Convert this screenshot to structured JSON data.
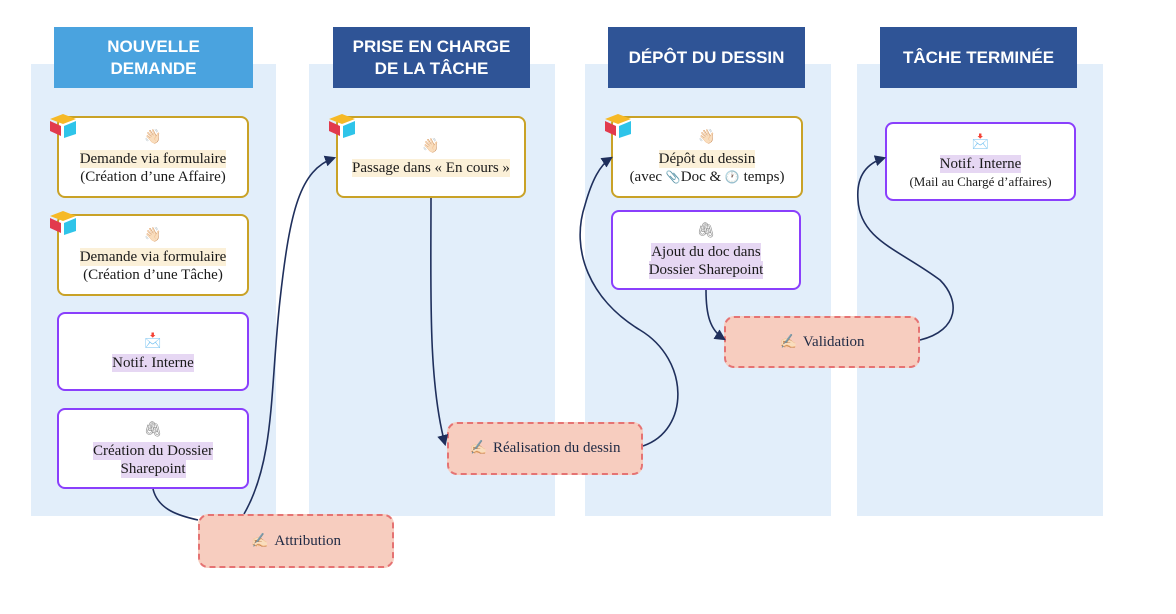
{
  "colors": {
    "lane_bg": "#e2eefa",
    "header_light": "#4aa3df",
    "header_dark": "#2f5496",
    "card_gold": "#c9a227",
    "card_purple": "#8a3ffc",
    "action_fill": "#f7cdbf",
    "action_border": "#e57373",
    "arrow": "#1f2f5c"
  },
  "lanes": {
    "nouvelle": {
      "title_line1": "NOUVELLE",
      "title_line2": "DEMANDE"
    },
    "prise": {
      "title_line1": "PRISE EN CHARGE",
      "title_line2": "DE LA TÂCHE"
    },
    "depot": {
      "title": "DÉPÔT DU DESSIN"
    },
    "terminee": {
      "title": "TÂCHE TERMINÉE"
    }
  },
  "icons": {
    "hand": "👋🏻",
    "mail": "📩",
    "paperclip": "🖇",
    "pen": "✍🏻",
    "clip": "📎",
    "clock": "🕐",
    "airtable_logo": "airtable-logo-icon"
  },
  "cards": {
    "demande_affaire": {
      "line1": "Demande via formulaire",
      "line2": "(Création d’une Affaire)"
    },
    "demande_tache": {
      "line1": "Demande via formulaire",
      "line2": "(Création d’une Tâche)"
    },
    "notif_1": {
      "line1": "Notif. Interne"
    },
    "creation_dossier": {
      "line1": "Création du Dossier",
      "line2": "Sharepoint"
    },
    "passage_en_cours": {
      "line1": "Passage dans « En cours »"
    },
    "depot_dessin": {
      "line1": "Dépôt du dessin",
      "line2_prefix": "(avec ",
      "line2_doc": "Doc & ",
      "line2_suffix": " temps)"
    },
    "ajout_doc": {
      "line1": "Ajout du doc dans",
      "line2": "Dossier Sharepoint"
    },
    "notif_2": {
      "line1": "Notif. Interne",
      "line2": "(Mail au Chargé d’affaires)"
    }
  },
  "actions": {
    "attribution": "Attribution",
    "realisation": "Réalisation du dessin",
    "validation": "Validation"
  }
}
